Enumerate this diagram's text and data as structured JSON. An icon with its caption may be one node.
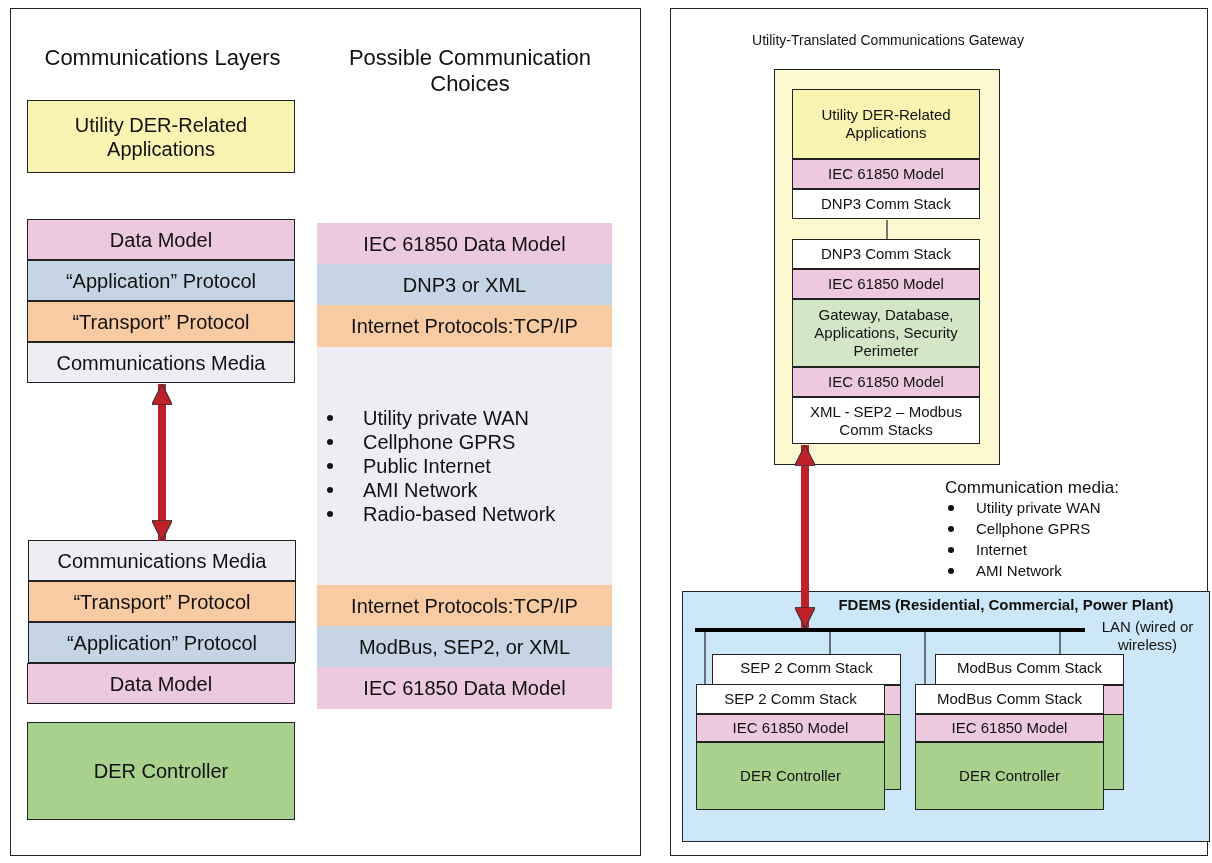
{
  "diagram": {
    "nodes": [
      {
        "text": [
          "Utility DER-Related Applications"
        ]
      },
      {
        "text": [
          "Data Model"
        ]
      },
      {
        "text": [
          "“Application” Protocol"
        ]
      },
      {
        "text": [
          "“Transport” Protocol"
        ]
      },
      {
        "text": [
          "Communications Media"
        ]
      },
      {
        "text": [
          "Communications Media"
        ]
      },
      {
        "text": [
          "“Transport” Protocol"
        ]
      },
      {
        "text": [
          "“Application” Protocol"
        ]
      },
      {
        "text": [
          "Data Model"
        ]
      },
      {
        "text": [
          "DER Controller"
        ]
      },
      {
        "text": [
          "IEC 61850 Data Model"
        ]
      },
      {
        "text": [
          "DNP3 or XML"
        ]
      },
      {
        "text": [
          "Internet Protocols:TCP/IP"
        ]
      },
      {
        "text": [
          "Utility private WAN",
          "Cellphone GPRS",
          "Public Internet",
          "AMI Network",
          "Radio-based Network"
        ]
      },
      {
        "text": [
          "Internet Protocols:TCP/IP"
        ]
      },
      {
        "text": [
          "ModBus, SEP2, or XML"
        ]
      },
      {
        "text": [
          "IEC 61850 Data Model"
        ]
      },
      {
        "text": [
          "Utility-Translated Communications Gateway"
        ]
      },
      {
        "text": [
          "Utility DER-Related Applications"
        ],
        "in": 17
      },
      {
        "text": [
          "IEC 61850 Model"
        ],
        "in": 17
      },
      {
        "text": [
          "DNP3 Comm Stack"
        ],
        "in": 17
      },
      {
        "text": [
          "DNP3 Comm Stack"
        ],
        "in": 17
      },
      {
        "text": [
          "IEC 61850 Model"
        ],
        "in": 17
      },
      {
        "text": [
          "Gateway, Database, Applications, Security Perimeter"
        ],
        "in": 17
      },
      {
        "text": [
          "IEC 61850 Model"
        ],
        "in": 17
      },
      {
        "text": [
          "XML - SEP2 – Modbus Comm Stacks"
        ],
        "in": 17
      },
      {
        "text": [
          "FDEMS (Residential, Commercial, Power Plant)"
        ]
      },
      {
        "text": [],
        "shape": "bar",
        "in": 26
      },
      {
        "text": [
          "SEP 2 Comm Stack"
        ],
        "in": 26
      },
      {
        "text": [
          "SEP 2 Comm Stack"
        ],
        "in": 26
      },
      {
        "text": [
          "IEC 61850 Model"
        ],
        "in": 26
      },
      {
        "text": [
          "DER Controller"
        ],
        "in": 26
      },
      {
        "text": [
          "ModBus Comm Stack"
        ],
        "in": 26
      },
      {
        "text": [
          "ModBus Comm Stack"
        ],
        "in": 26
      },
      {
        "text": [
          "IEC 61850 Model"
        ],
        "in": 26
      },
      {
        "text": [
          "DER Controller"
        ],
        "in": 26
      }
    ],
    "edges": [
      {
        "from": 4,
        "to": 5,
        "arrow": "both",
        "style": "thick",
        "color": "#c0202a"
      },
      {
        "from": 20,
        "to": 21,
        "arrow": "none"
      },
      {
        "from": 25,
        "to": 27,
        "arrow": "both",
        "style": "thick",
        "color": "#c0202a"
      },
      {
        "from": 27,
        "to": 29,
        "arrow": "none"
      },
      {
        "from": 27,
        "to": 28,
        "arrow": "none"
      },
      {
        "from": 27,
        "to": 33,
        "arrow": "none"
      },
      {
        "from": 27,
        "to": 32,
        "arrow": "none"
      }
    ],
    "labels": [
      "Communications Layers",
      "Possible Communication Choices",
      "Communication media:",
      "Utility private WAN",
      "Cellphone GPRS",
      "Internet",
      "AMI Network",
      "LAN (wired or wireless)"
    ]
  }
}
